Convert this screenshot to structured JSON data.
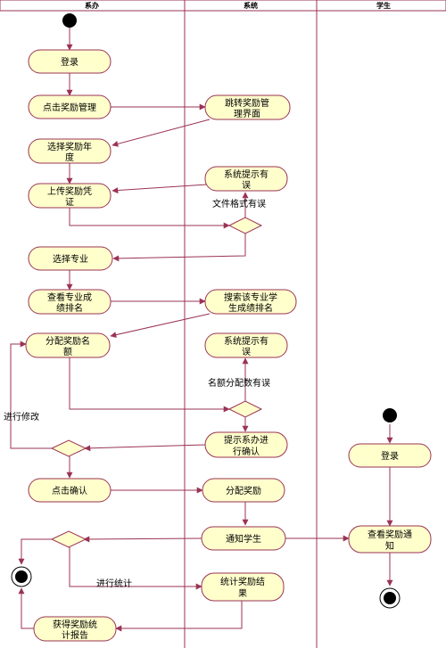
{
  "lanes": [
    "系办",
    "系统",
    "学生"
  ],
  "actions": {
    "login": [
      "登录"
    ],
    "click_award_mgmt": [
      "点击奖励管理"
    ],
    "jump_award_ui": [
      "跳转奖励管",
      "理界面"
    ],
    "select_year": [
      "选择奖励年",
      "度"
    ],
    "upload_cert": [
      "上传奖励凭",
      "证"
    ],
    "sys_error_1": [
      "系统提示有",
      "误"
    ],
    "select_major": [
      "选择专业"
    ],
    "view_ranking": [
      "查看专业成",
      "绩排名"
    ],
    "search_ranking": [
      "搜索该专业学",
      "生成绩排名"
    ],
    "assign_quota": [
      "分配奖励名",
      "额"
    ],
    "sys_error_2": [
      "系统提示有",
      "误"
    ],
    "prompt_confirm": [
      "提示系办进",
      "行确认"
    ],
    "click_confirm": [
      "点击确认"
    ],
    "allocate_award": [
      "分配奖励"
    ],
    "notify_student": [
      "通知学生"
    ],
    "stat_result": [
      "统计奖励结",
      "果"
    ],
    "get_report": [
      "获得奖励统",
      "计报告"
    ],
    "student_login": [
      "登录"
    ],
    "view_award_notice": [
      "查看奖励通",
      "知"
    ]
  },
  "edge_labels": {
    "file_format_error": "文件格式有误",
    "quota_error": "名额分配数有误",
    "modify": "进行修改",
    "do_statistics": "进行统计"
  },
  "colors": {
    "action_fill": "#ffffcc",
    "stroke": "#9a3355",
    "node": "#000000"
  }
}
